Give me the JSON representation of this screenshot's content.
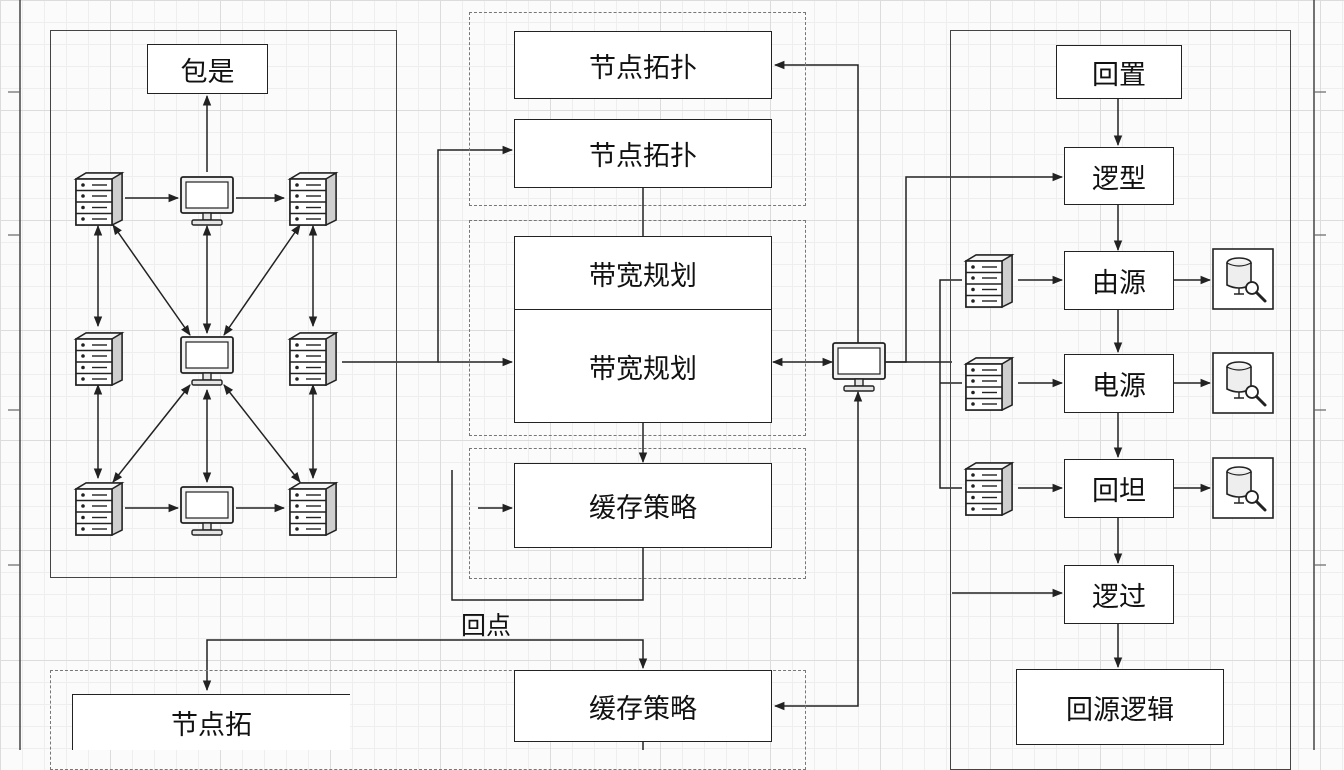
{
  "colors": {
    "stroke": "#222222",
    "grid": "#dcdcdc",
    "background": "#fbfbfb"
  },
  "left_panel": {
    "top_label": "包是",
    "devices": [
      "server-icon",
      "monitor-icon",
      "server-icon",
      "server-icon",
      "monitor-icon",
      "server-icon",
      "server-icon",
      "monitor-icon",
      "server-icon"
    ]
  },
  "center_column": {
    "group_a": [
      "节点拓扑",
      "节点拓扑"
    ],
    "group_b": [
      "带宽规划",
      "带宽规划"
    ],
    "group_c": [
      "缓存策略"
    ],
    "hub_device": "monitor-icon"
  },
  "right_column": {
    "steps": [
      "回置",
      "逻型",
      "由源",
      "电源",
      "回坦",
      "逻过",
      "回源逻辑"
    ],
    "servers": [
      "server-icon",
      "server-icon",
      "server-icon"
    ],
    "storage_icons": [
      "storage-search-icon",
      "storage-search-icon",
      "storage-search-icon"
    ]
  },
  "bottom_area": {
    "connector_label": "回点",
    "left_box": "节点拓",
    "center_box": "缓存策略"
  }
}
